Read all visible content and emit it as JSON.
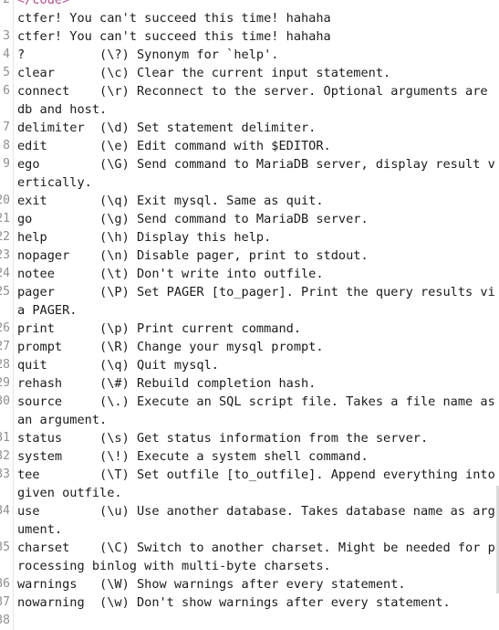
{
  "lines": [
    {
      "n": "2",
      "text": "</code>",
      "tag": true
    },
    {
      "n": "",
      "text": "ctfer! You can't succeed this time! hahaha"
    },
    {
      "n": "3",
      "text": "ctfer! You can't succeed this time! hahaha"
    },
    {
      "n": "4",
      "text": "?          (\\?) Synonym for `help'."
    },
    {
      "n": "5",
      "text": "clear      (\\c) Clear the current input statement."
    },
    {
      "n": "6",
      "text": "connect    (\\r) Reconnect to the server. Optional arguments are db and host.",
      "wrap": true
    },
    {
      "n": "7",
      "text": "delimiter  (\\d) Set statement delimiter."
    },
    {
      "n": "8",
      "text": "edit       (\\e) Edit command with $EDITOR."
    },
    {
      "n": "9",
      "text": "ego        (\\G) Send command to MariaDB server, display result vertically.",
      "wrap": true
    },
    {
      "n": "20",
      "text": "exit       (\\q) Exit mysql. Same as quit."
    },
    {
      "n": "21",
      "text": "go         (\\g) Send command to MariaDB server."
    },
    {
      "n": "22",
      "text": "help       (\\h) Display this help."
    },
    {
      "n": "23",
      "text": "nopager    (\\n) Disable pager, print to stdout."
    },
    {
      "n": "24",
      "text": "notee      (\\t) Don't write into outfile."
    },
    {
      "n": "25",
      "text": "pager      (\\P) Set PAGER [to_pager]. Print the query results via PAGER.",
      "wrap": true
    },
    {
      "n": "26",
      "text": "print      (\\p) Print current command."
    },
    {
      "n": "27",
      "text": "prompt     (\\R) Change your mysql prompt."
    },
    {
      "n": "28",
      "text": "quit       (\\q) Quit mysql."
    },
    {
      "n": "29",
      "text": "rehash     (\\#) Rebuild completion hash."
    },
    {
      "n": "30",
      "text": "source     (\\.) Execute an SQL script file. Takes a file name as an argument.",
      "wrap": true
    },
    {
      "n": "31",
      "text": "status     (\\s) Get status information from the server."
    },
    {
      "n": "32",
      "text": "system     (\\!) Execute a system shell command."
    },
    {
      "n": "33",
      "text": "tee        (\\T) Set outfile [to_outfile]. Append everything into given outfile.",
      "wrap": true
    },
    {
      "n": "34",
      "text": "use        (\\u) Use another database. Takes database name as argument.",
      "wrap": true
    },
    {
      "n": "35",
      "text": "charset    (\\C) Switch to another charset. Might be needed for processing binlog with multi-byte charsets.",
      "wrap": true
    },
    {
      "n": "36",
      "text": "warnings   (\\W) Show warnings after every statement."
    },
    {
      "n": "37",
      "text": "nowarning  (\\w) Don't show warnings after every statement."
    },
    {
      "n": "38",
      "text": ""
    }
  ]
}
